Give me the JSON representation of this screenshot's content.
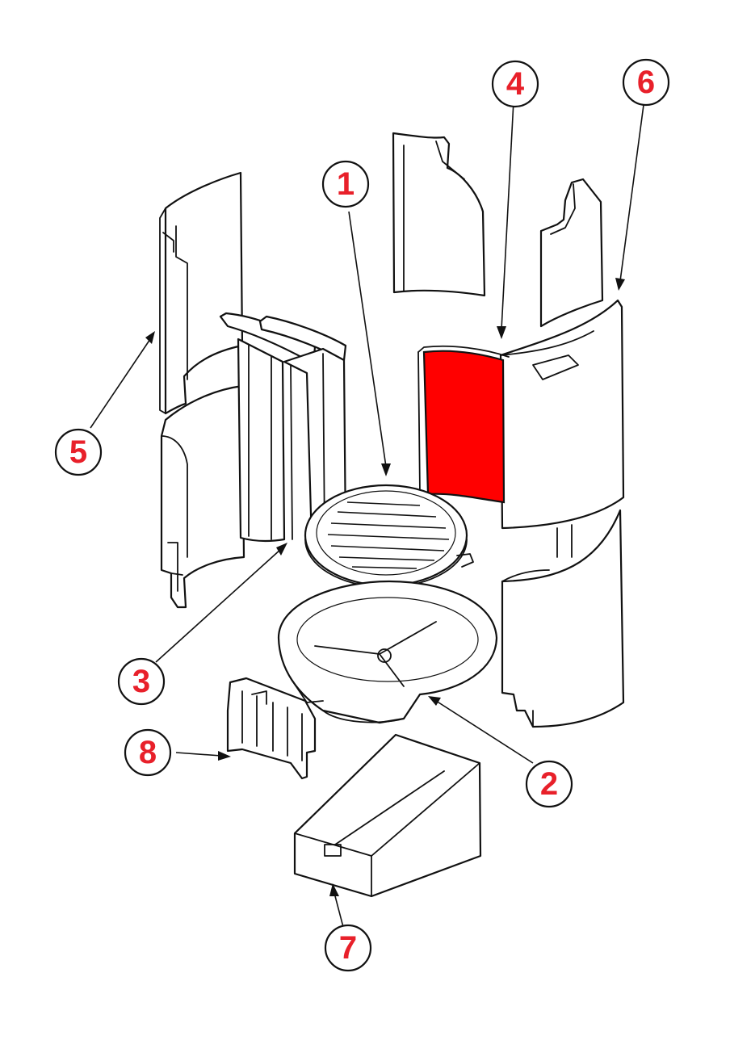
{
  "diagram": {
    "highlight_color": "#ff0000",
    "callout_text_color": "#e8202a",
    "line_color": "#111111",
    "callouts": [
      {
        "id": "callout-1",
        "label": "1"
      },
      {
        "id": "callout-2",
        "label": "2"
      },
      {
        "id": "callout-3",
        "label": "3"
      },
      {
        "id": "callout-4",
        "label": "4"
      },
      {
        "id": "callout-5",
        "label": "5"
      },
      {
        "id": "callout-6",
        "label": "6"
      },
      {
        "id": "callout-7",
        "label": "7"
      },
      {
        "id": "callout-8",
        "label": "8"
      }
    ]
  }
}
